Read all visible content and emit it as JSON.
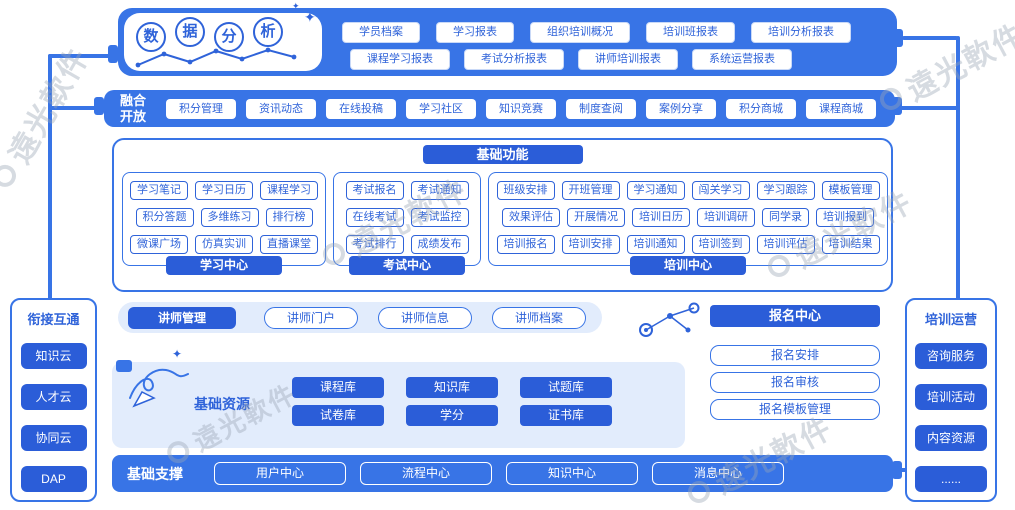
{
  "colors": {
    "primary": "#3874e6",
    "dark": "#2b5dd8",
    "light": "#e2ecfc",
    "text_blue": "#2f63d9"
  },
  "watermark": {
    "text": "遠光軟件"
  },
  "logo": {
    "chars": [
      "数",
      "据",
      "分",
      "析"
    ]
  },
  "reports": {
    "row1": [
      "学员档案",
      "学习报表",
      "组织培训概况",
      "培训班报表",
      "培训分析报表"
    ],
    "row2": [
      "课程学习报表",
      "考试分析报表",
      "讲师培训报表",
      "系统运营报表"
    ]
  },
  "fusion": {
    "label": "融合开放",
    "items": [
      "积分管理",
      "资讯动态",
      "在线投稿",
      "学习社区",
      "知识竞赛",
      "制度查阅",
      "案例分享",
      "积分商城",
      "课程商城"
    ]
  },
  "basic_functions": {
    "title": "基础功能",
    "groups": [
      {
        "name": "学习中心",
        "rows": [
          [
            "学习笔记",
            "学习日历",
            "课程学习"
          ],
          [
            "积分答题",
            "多维练习",
            "排行榜"
          ],
          [
            "微课广场",
            "仿真实训",
            "直播课堂"
          ]
        ]
      },
      {
        "name": "考试中心",
        "rows": [
          [
            "考试报名",
            "考试通知"
          ],
          [
            "在线考试",
            "考试监控"
          ],
          [
            "考试排行",
            "成绩发布"
          ]
        ]
      },
      {
        "name": "培训中心",
        "rows": [
          [
            "班级安排",
            "开班管理",
            "学习通知",
            "闯关学习",
            "学习跟踪",
            "模板管理"
          ],
          [
            "效果评估",
            "开展情况",
            "培训日历",
            "培训调研",
            "同学录",
            "培训报到"
          ],
          [
            "培训报名",
            "培训安排",
            "培训通知",
            "培训签到",
            "培训评估",
            "培训结果"
          ]
        ]
      }
    ]
  },
  "lecturer": {
    "primary": "讲师管理",
    "items": [
      "讲师门户",
      "讲师信息",
      "讲师档案"
    ]
  },
  "registration": {
    "title": "报名中心",
    "items": [
      "报名安排",
      "报名审核",
      "报名模板管理"
    ]
  },
  "resources": {
    "title": "基础资源",
    "row1": [
      "课程库",
      "知识库",
      "试题库"
    ],
    "row2": [
      "试卷库",
      "学分",
      "证书库"
    ]
  },
  "support": {
    "title": "基础支撑",
    "items": [
      "用户中心",
      "流程中心",
      "知识中心",
      "消息中心"
    ]
  },
  "left_panel": {
    "title": "衔接互通",
    "items": [
      "知识云",
      "人才云",
      "协同云",
      "DAP"
    ]
  },
  "right_panel": {
    "title": "培训运营",
    "items": [
      "咨询服务",
      "培训活动",
      "内容资源",
      "......"
    ]
  }
}
